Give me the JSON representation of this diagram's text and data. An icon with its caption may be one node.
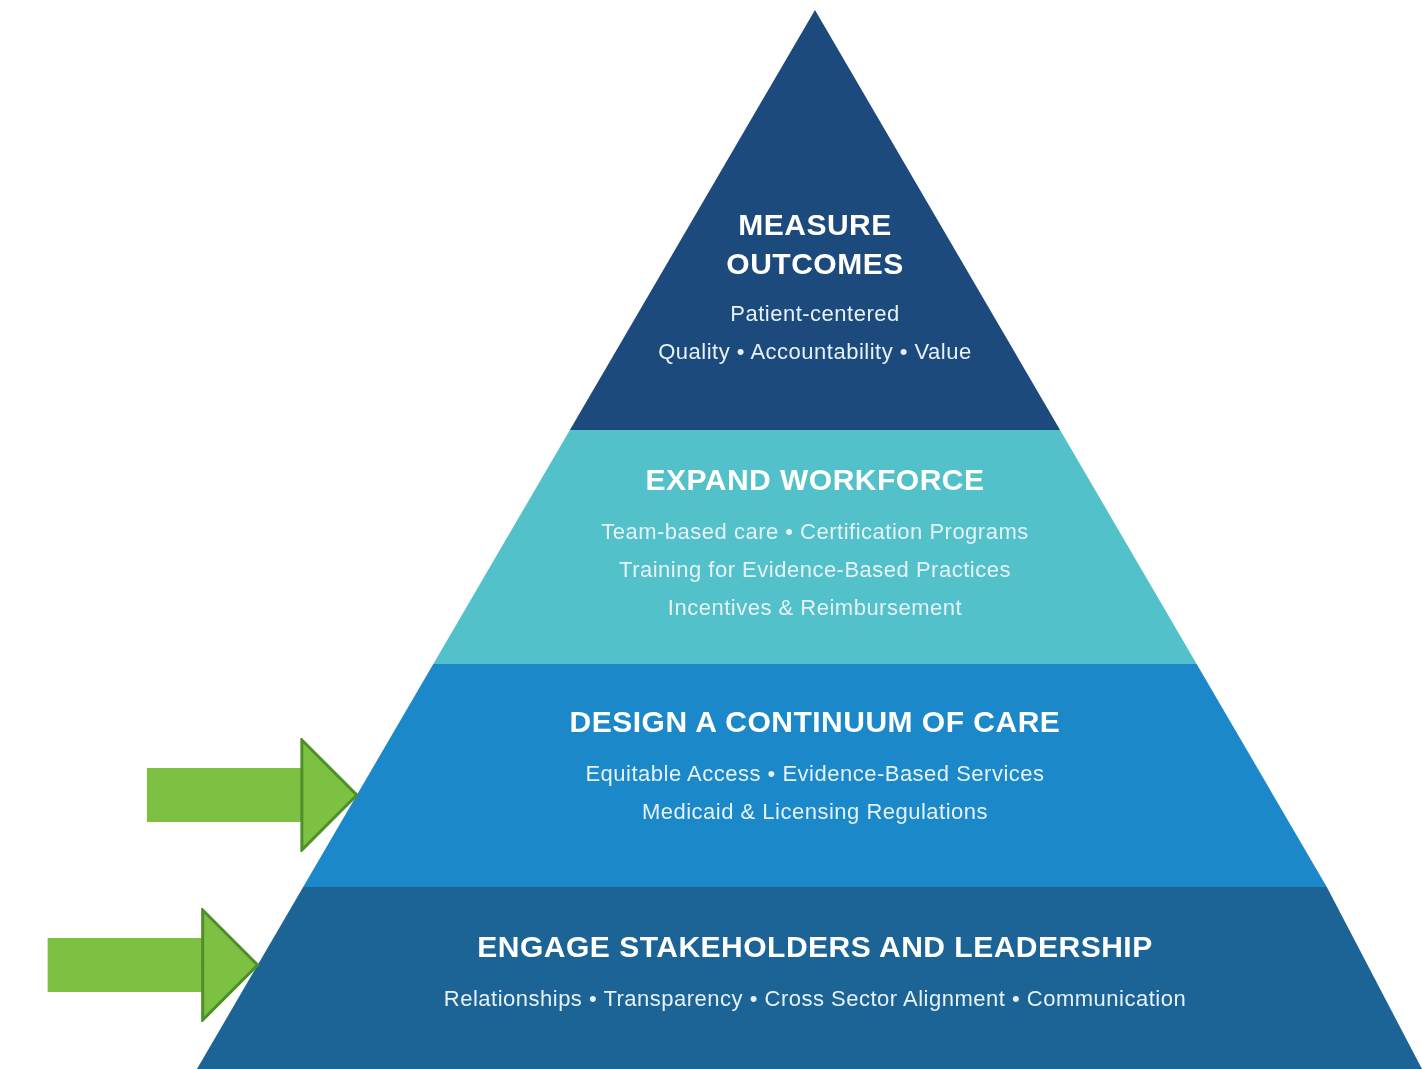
{
  "diagram": {
    "nodes": [
      {
        "text": [
          "MEASURE OUTCOMES",
          "Patient-centered",
          "Quality • Accountability • Value"
        ]
      },
      {
        "text": [
          "EXPAND WORKFORCE",
          "Team-based care • Certification Programs",
          "Training for Evidence-Based Practices",
          "Incentives & Reimbursement"
        ]
      },
      {
        "text": [
          "DESIGN A CONTINUUM OF CARE",
          "Equitable Access • Evidence-Based Services",
          "Medicaid & Licensing Regulations"
        ]
      },
      {
        "text": [
          "ENGAGE STAKEHOLDERS AND LEADERSHIP",
          "Relationships • Transparency • Cross Sector Alignment • Communication"
        ]
      }
    ],
    "edges": [
      {
        "from": null,
        "to": 2,
        "arrow": "to"
      },
      {
        "from": null,
        "to": 3,
        "arrow": "to"
      }
    ]
  }
}
